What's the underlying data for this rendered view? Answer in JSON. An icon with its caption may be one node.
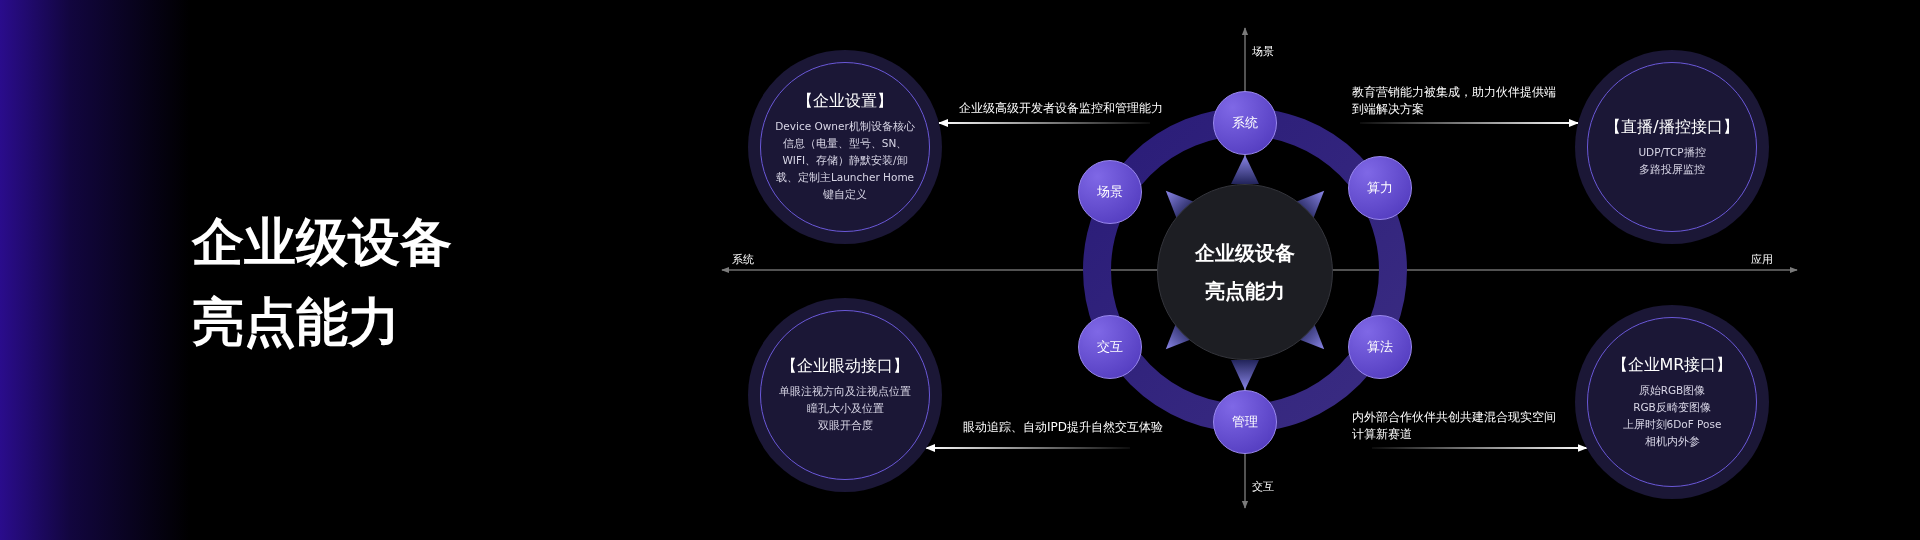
{
  "diagram": {
    "title": "企业级设备亮点能力",
    "nodes": [
      {
        "text": [
          "【企业设置】",
          "Device Owner机制设备核心信息（电量、型号、SN、WIFI、存储）静默安装/卸载、定制主Launcher Home键自定义"
        ]
      },
      {
        "text": [
          "【直播/播控接口】",
          "UDP/TCP播控",
          "多路投屏监控"
        ]
      },
      {
        "text": [
          "系统"
        ]
      },
      {
        "text": [
          "场景"
        ]
      },
      {
        "text": [
          "算力"
        ]
      },
      {
        "text": [
          "企业级设备亮点能力"
        ]
      },
      {
        "text": [
          "交互"
        ]
      },
      {
        "text": [
          "算法"
        ]
      },
      {
        "text": [
          "管理"
        ]
      },
      {
        "text": [
          "【企业眼动接口】",
          "单眼注视方向及注视点位置",
          "瞳孔大小及位置",
          "双眼开合度"
        ]
      },
      {
        "text": [
          "【企业MR接口】",
          "原始RGB图像",
          "RGB反畸变图像",
          "上屏时刻6DoF Pose",
          "相机内外参"
        ]
      }
    ],
    "edges": [
      {
        "from": null,
        "to": 0,
        "arrow": "to",
        "label": "企业级高级开发者设备监控和管理能力"
      },
      {
        "from": null,
        "to": 1,
        "arrow": "to",
        "label": "教育营销能力被集成，助力伙伴提供端到端解决方案"
      },
      {
        "from": null,
        "to": 9,
        "arrow": "to",
        "label": "眼动追踪、自动IPD提升自然交互体验"
      },
      {
        "from": null,
        "to": 10,
        "arrow": "to",
        "label": "内外部合作伙伴共创共建混合现实空间计算新赛道"
      },
      {
        "from": 5,
        "to": 2,
        "arrow": "to"
      },
      {
        "from": 5,
        "to": 8,
        "arrow": "to"
      }
    ],
    "labels": [
      "场景",
      "系统",
      "应用",
      "交互"
    ]
  }
}
